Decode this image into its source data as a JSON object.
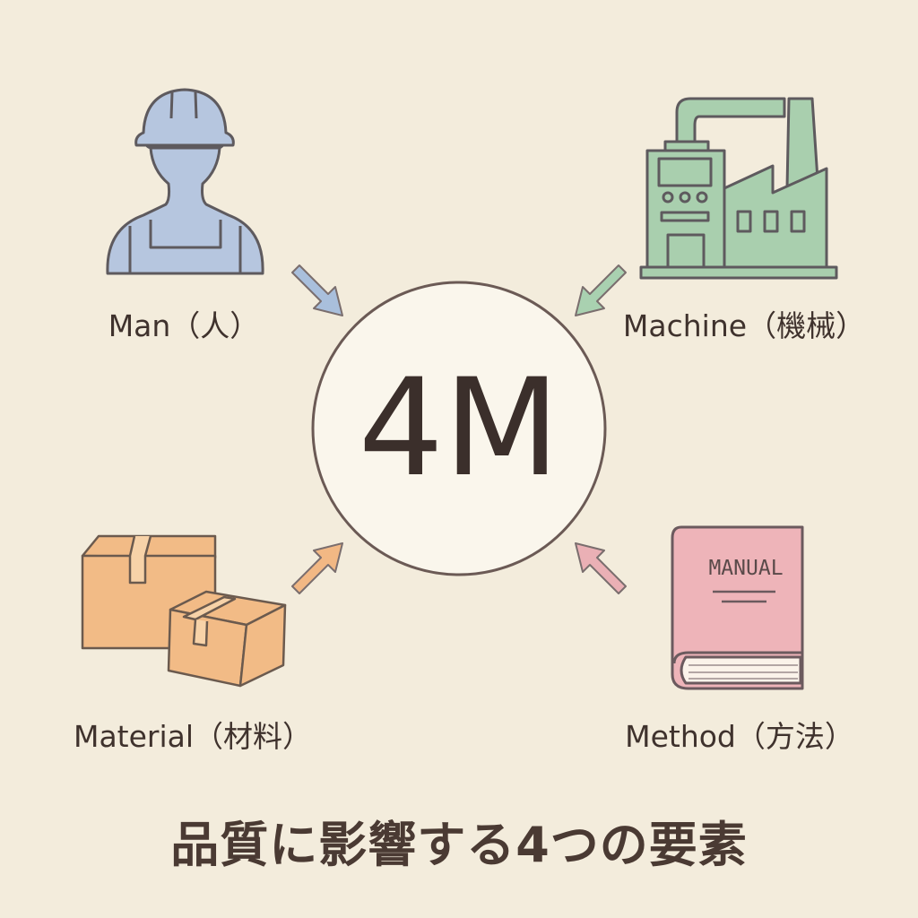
{
  "center": {
    "label": "4M"
  },
  "elements": [
    {
      "key": "man",
      "label": "Man（人）",
      "icon": "worker-icon",
      "color": "#b6c6df"
    },
    {
      "key": "machine",
      "label": "Machine（機械）",
      "icon": "factory-icon",
      "color": "#a9cfae"
    },
    {
      "key": "material",
      "label": "Material（材料）",
      "icon": "boxes-icon",
      "color": "#f2bb86"
    },
    {
      "key": "method",
      "label": "Method（方法）",
      "icon": "manual-book-icon",
      "color": "#eeb4b9"
    }
  ],
  "book": {
    "text": "MANUAL"
  },
  "title": "品質に影響する4つの要素"
}
